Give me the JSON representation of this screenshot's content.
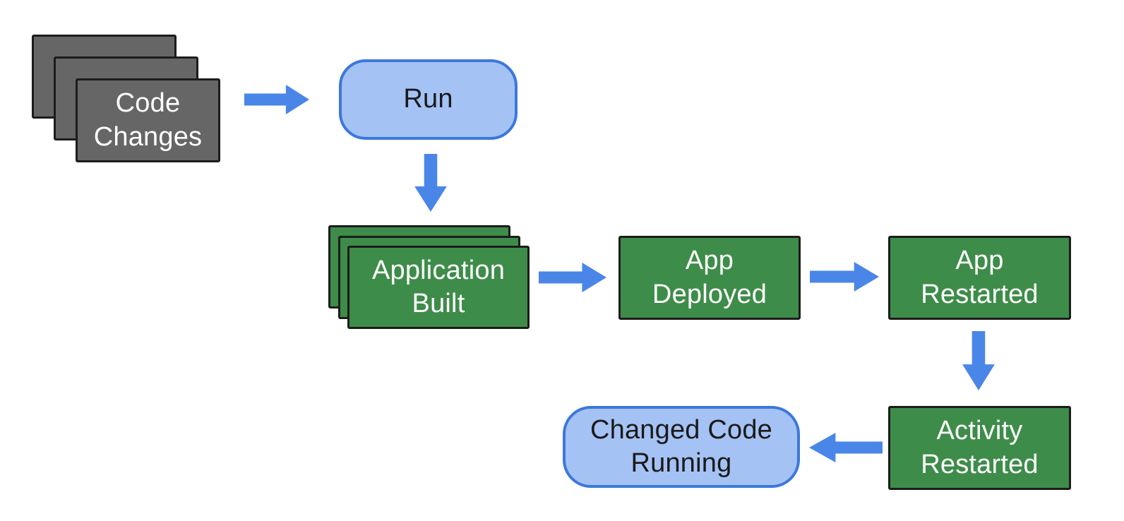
{
  "diagram": {
    "colors": {
      "page_bg": "#ffffff",
      "gray_fill": "#666666",
      "green_fill": "#3e8c49",
      "blue_fill": "#a4c2f4",
      "blue_border": "#3c78dc",
      "arrow_blue": "#4a86e8",
      "box_border": "#1c1c1c",
      "text_light": "#ffffff",
      "text_dark": "#1a1a1a"
    },
    "nodes": {
      "code_changes": {
        "label": "Code Changes",
        "lines": [
          "Code",
          "Changes"
        ],
        "shape": "stacked-rectangle",
        "fill": "#666666"
      },
      "run": {
        "label": "Run",
        "lines": [
          "Run"
        ],
        "shape": "rounded-pill",
        "fill": "#a4c2f4"
      },
      "application_built": {
        "label": "Application Built",
        "lines": [
          "Application",
          "Built"
        ],
        "shape": "stacked-rectangle",
        "fill": "#3e8c49"
      },
      "app_deployed": {
        "label": "App Deployed",
        "lines": [
          "App",
          "Deployed"
        ],
        "shape": "rectangle",
        "fill": "#3e8c49"
      },
      "app_restarted": {
        "label": "App Restarted",
        "lines": [
          "App",
          "Restarted"
        ],
        "shape": "rectangle",
        "fill": "#3e8c49"
      },
      "activity_restarted": {
        "label": "Activity Restarted",
        "lines": [
          "Activity",
          "Restarted"
        ],
        "shape": "rectangle",
        "fill": "#3e8c49"
      },
      "changed_code_running": {
        "label": "Changed Code Running",
        "lines": [
          "Changed Code",
          "Running"
        ],
        "shape": "rounded-pill",
        "fill": "#a4c2f4"
      }
    },
    "edges": [
      {
        "from": "code_changes",
        "to": "run",
        "direction": "right"
      },
      {
        "from": "run",
        "to": "application_built",
        "direction": "down"
      },
      {
        "from": "application_built",
        "to": "app_deployed",
        "direction": "right"
      },
      {
        "from": "app_deployed",
        "to": "app_restarted",
        "direction": "right"
      },
      {
        "from": "app_restarted",
        "to": "activity_restarted",
        "direction": "down"
      },
      {
        "from": "activity_restarted",
        "to": "changed_code_running",
        "direction": "left"
      }
    ]
  }
}
